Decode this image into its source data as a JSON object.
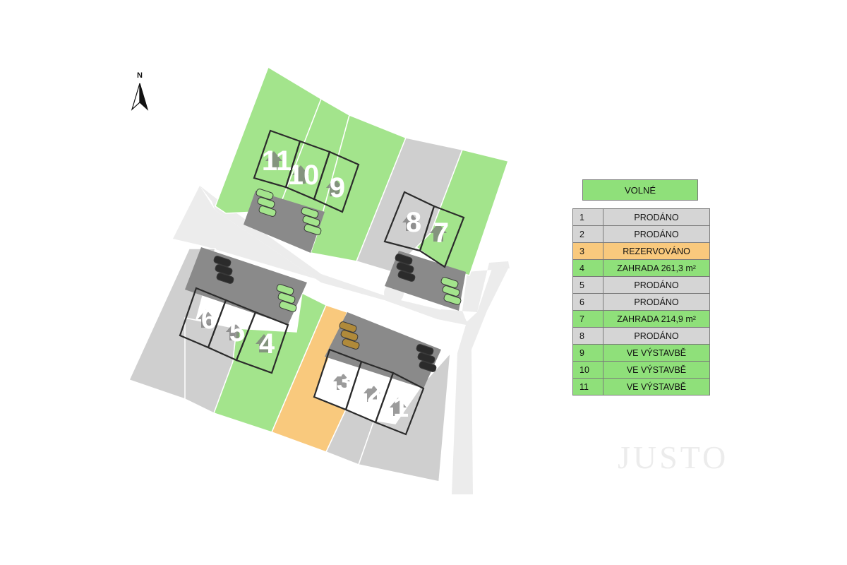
{
  "north_label": "N",
  "watermark": "JUSTO",
  "colors": {
    "free": "#a3e48c",
    "free_legend": "#8fe07a",
    "sold": "#cfcfcf",
    "reserved": "#f9c97d",
    "road": "#ececec",
    "parking": "#8a8a8a",
    "outline": "#2b2b2b"
  },
  "lots": [
    {
      "id": "1",
      "status": "sold"
    },
    {
      "id": "2",
      "status": "sold"
    },
    {
      "id": "3",
      "status": "reserved"
    },
    {
      "id": "4",
      "status": "free"
    },
    {
      "id": "5",
      "status": "sold"
    },
    {
      "id": "6",
      "status": "sold"
    },
    {
      "id": "7",
      "status": "free"
    },
    {
      "id": "8",
      "status": "sold"
    },
    {
      "id": "9",
      "status": "free"
    },
    {
      "id": "10",
      "status": "free"
    },
    {
      "id": "11",
      "status": "free"
    }
  ],
  "legend": {
    "free_label": "VOLNÉ",
    "rows": [
      {
        "id": "1",
        "text": "PRODÁNO",
        "status": "sold"
      },
      {
        "id": "2",
        "text": "PRODÁNO",
        "status": "sold"
      },
      {
        "id": "3",
        "text": "REZERVOVÁNO",
        "status": "reserved"
      },
      {
        "id": "4",
        "text": "ZAHRADA 261,3 m²",
        "status": "free"
      },
      {
        "id": "5",
        "text": "PRODÁNO",
        "status": "sold"
      },
      {
        "id": "6",
        "text": "PRODÁNO",
        "status": "sold"
      },
      {
        "id": "7",
        "text": "ZAHRADA 214,9 m²",
        "status": "free"
      },
      {
        "id": "8",
        "text": "PRODÁNO",
        "status": "sold"
      },
      {
        "id": "9",
        "text": "VE VÝSTAVBĚ",
        "status": "free"
      },
      {
        "id": "10",
        "text": "VE VÝSTAVBĚ",
        "status": "free"
      },
      {
        "id": "11",
        "text": "VE VÝSTAVBĚ",
        "status": "free"
      }
    ]
  }
}
